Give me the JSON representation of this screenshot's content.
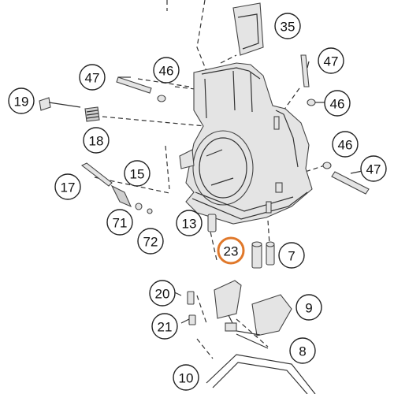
{
  "diagram": {
    "highlight_color": "#e0782a",
    "callouts": [
      {
        "id": "c35",
        "label": "35"
      },
      {
        "id": "c47a",
        "label": "47"
      },
      {
        "id": "c46a",
        "label": "46"
      },
      {
        "id": "c47b",
        "label": "47"
      },
      {
        "id": "c19",
        "label": "19"
      },
      {
        "id": "c46b",
        "label": "46"
      },
      {
        "id": "c18",
        "label": "18"
      },
      {
        "id": "c46c",
        "label": "46"
      },
      {
        "id": "c47c",
        "label": "47"
      },
      {
        "id": "c15",
        "label": "15"
      },
      {
        "id": "c17",
        "label": "17"
      },
      {
        "id": "c71",
        "label": "71"
      },
      {
        "id": "c13",
        "label": "13"
      },
      {
        "id": "c72",
        "label": "72"
      },
      {
        "id": "c23",
        "label": "23",
        "highlighted": true
      },
      {
        "id": "c7",
        "label": "7"
      },
      {
        "id": "c20",
        "label": "20"
      },
      {
        "id": "c9",
        "label": "9"
      },
      {
        "id": "c21",
        "label": "21"
      },
      {
        "id": "c8",
        "label": "8"
      },
      {
        "id": "c10",
        "label": "10"
      }
    ]
  }
}
